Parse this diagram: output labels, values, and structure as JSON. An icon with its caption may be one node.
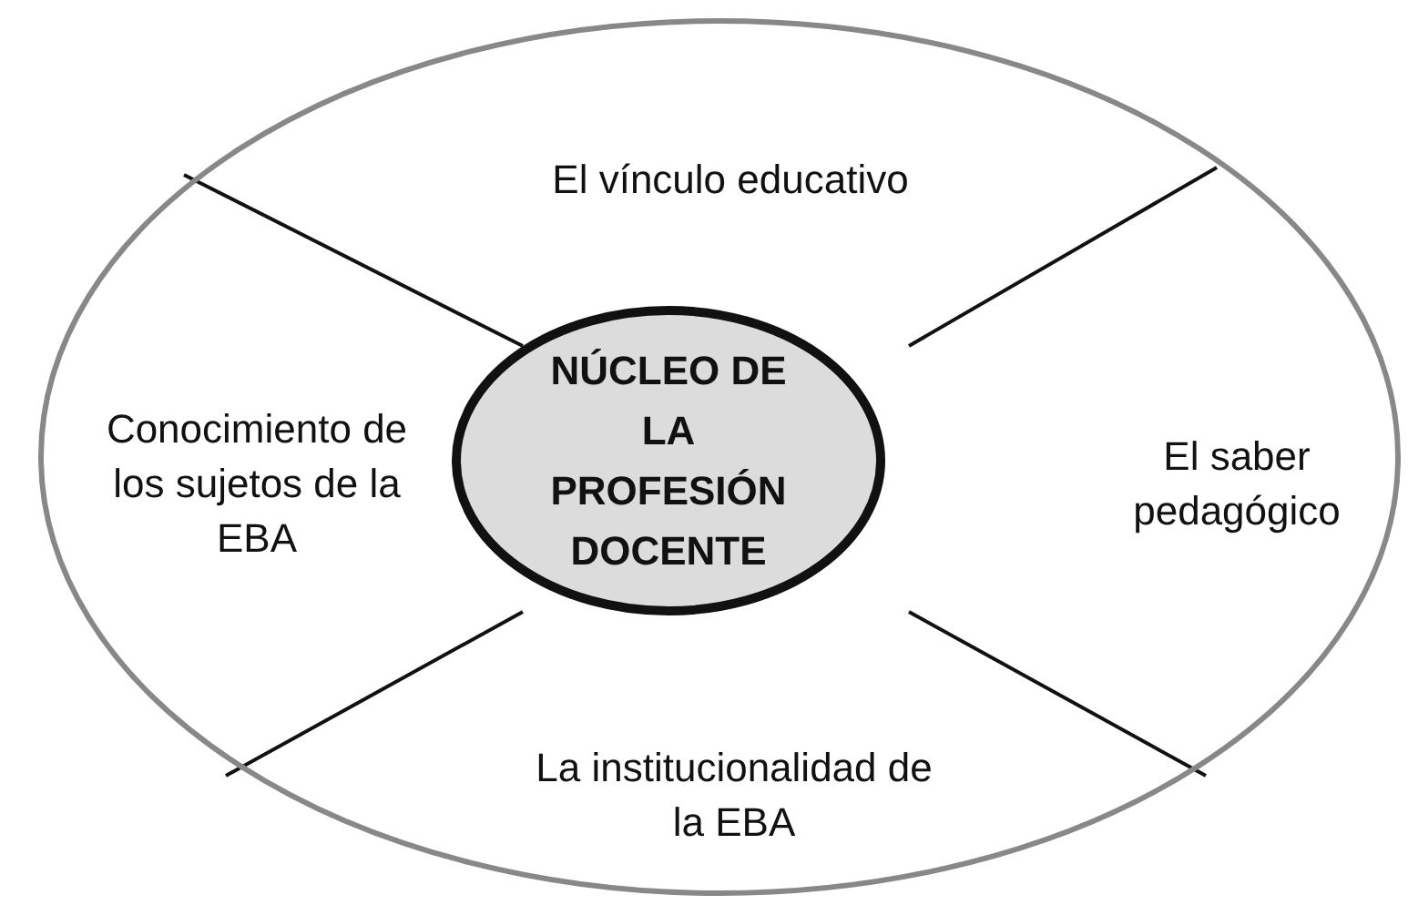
{
  "diagram": {
    "nodes": [
      {
        "text": [],
        "shape": "ellipse"
      },
      {
        "text": [
          "NÚCLEO DE LA PROFESIÓN DOCENTE"
        ],
        "in": 0
      }
    ],
    "labels": [
      "El vínculo educativo",
      "Conocimiento de los sujetos de la EBA",
      "El saber pedagógico",
      "La institucionalidad de la EBA"
    ]
  }
}
